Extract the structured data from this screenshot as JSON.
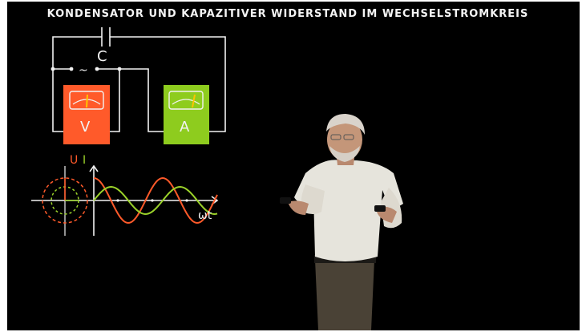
{
  "board": {
    "title": "KONDENSATOR UND KAPAZITIVER WIDERSTAND IM WECHSELSTROMKREIS",
    "capacitor_label": "C",
    "source_symbol": "~",
    "voltmeter_label": "V",
    "ammeter_label": "A",
    "wave_label_u": "U",
    "wave_label_i": "I",
    "x_axis_label": "ωt"
  },
  "colors": {
    "background": "#000000",
    "chalk": "#f2f2f2",
    "voltage": "#ff5a2a",
    "current": "#9bd22a",
    "voltmeter_body": "#ff5a2a",
    "ammeter_body": "#8ecc1e",
    "needle": "#ffc400"
  },
  "icons": {
    "capacitor": "capacitor-symbol-icon",
    "ac_source": "ac-source-icon"
  }
}
